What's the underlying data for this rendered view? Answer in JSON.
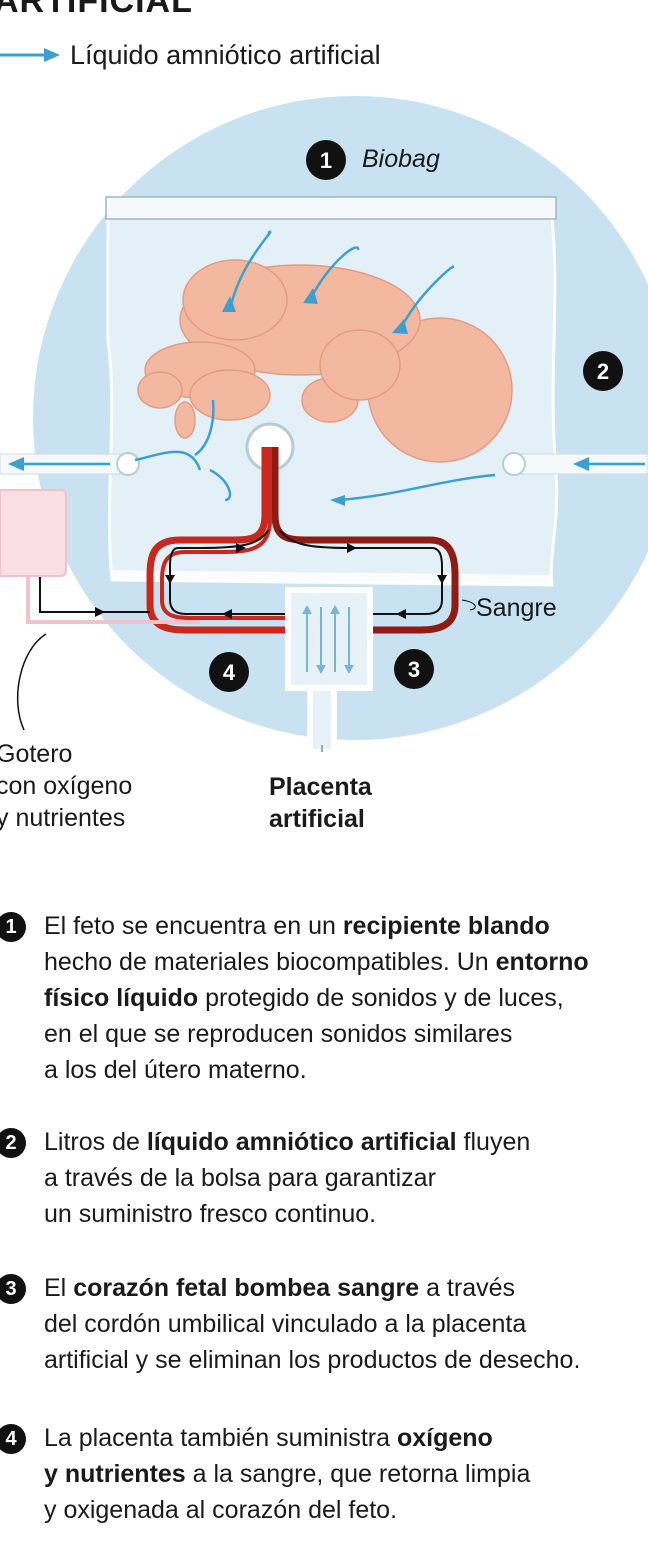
{
  "title": "ARTIFICIAL",
  "legend": {
    "label": "Líquido amniótico artificial",
    "color": "#3ba0d0"
  },
  "colors": {
    "circle": "#c9e2f1",
    "blood_red": "#c8281e",
    "blood_dark": "#8e1b14",
    "fetus": "#f3b9a0",
    "placenta": "#ffffff"
  },
  "diagram_labels": {
    "n1": "1",
    "biobag": "Biobag",
    "n2": "2",
    "n3": "3",
    "n4": "4",
    "sangre": "Sangre",
    "gotero_1": "Gotero",
    "gotero_2": "con oxígeno",
    "gotero_3": "y nutrientes",
    "placenta_1": "Placenta",
    "placenta_2": "artificial"
  },
  "descriptions": [
    {
      "num": "1",
      "lines": [
        [
          {
            "t": "El feto se encuentra en un "
          },
          {
            "t": "recipiente blando",
            "b": true
          }
        ],
        [
          {
            "t": "hecho de materiales biocompatibles. Un "
          },
          {
            "t": "entorno",
            "b": true
          }
        ],
        [
          {
            "t": "físico líquido",
            "b": true
          },
          {
            "t": " protegido de sonidos y de luces,"
          }
        ],
        [
          {
            "t": "en el que se reproducen sonidos similares"
          }
        ],
        [
          {
            "t": "a los del útero materno."
          }
        ]
      ]
    },
    {
      "num": "2",
      "lines": [
        [
          {
            "t": "Litros de "
          },
          {
            "t": "líquido amniótico artificial",
            "b": true
          },
          {
            "t": " fluyen"
          }
        ],
        [
          {
            "t": "a través de la bolsa para garantizar"
          }
        ],
        [
          {
            "t": "un suministro fresco continuo."
          }
        ]
      ]
    },
    {
      "num": "3",
      "lines": [
        [
          {
            "t": "El "
          },
          {
            "t": "corazón fetal bombea sangre",
            "b": true
          },
          {
            "t": " a través"
          }
        ],
        [
          {
            "t": "del cordón umbilical vinculado a la placenta"
          }
        ],
        [
          {
            "t": "artificial y se eliminan los productos de desecho."
          }
        ]
      ]
    },
    {
      "num": "4",
      "lines": [
        [
          {
            "t": "La placenta también suministra "
          },
          {
            "t": "oxígeno",
            "b": true
          }
        ],
        [
          {
            "t": "y nutrientes",
            "b": true
          },
          {
            "t": " a la sangre, que retorna limpia"
          }
        ],
        [
          {
            "t": "y oxigenada al corazón del feto."
          }
        ]
      ]
    }
  ]
}
